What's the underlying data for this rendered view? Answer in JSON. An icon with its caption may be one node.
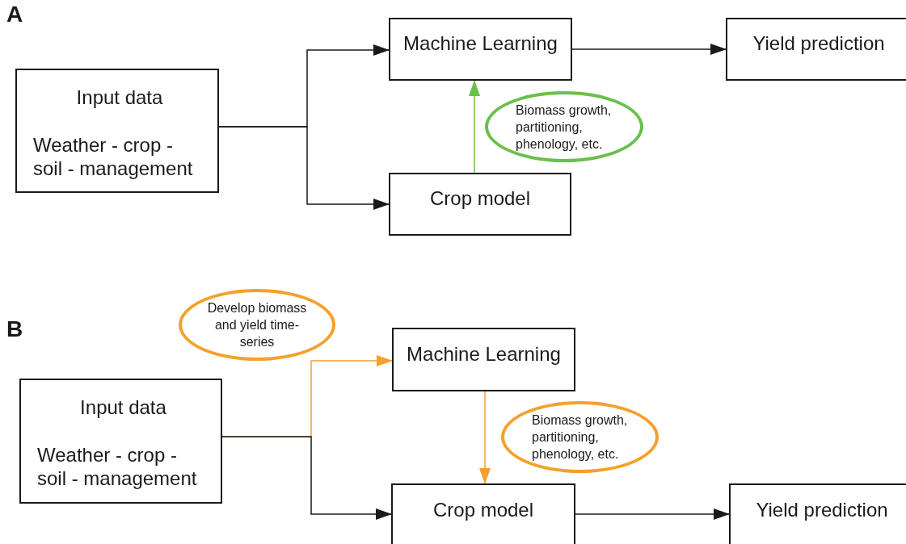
{
  "diagram": {
    "nodes": [
      {
        "text": [
          "Input data",
          "Weather - crop - soil - management"
        ]
      },
      {
        "text": [
          "Machine Learning"
        ]
      },
      {
        "text": [
          "Yield prediction"
        ]
      },
      {
        "text": [
          "Biomass growth, partitioning, phenology, etc."
        ]
      },
      {
        "text": [
          "Crop model"
        ]
      },
      {
        "text": [
          "Input data",
          "Weather - crop - soil - management"
        ]
      },
      {
        "text": [
          "Develop biomass and yield time-series"
        ]
      },
      {
        "text": [
          "Machine Learning"
        ]
      },
      {
        "text": [
          "Biomass growth, partitioning, phenology, etc."
        ]
      },
      {
        "text": [
          "Crop model"
        ]
      },
      {
        "text": [
          "Yield prediction"
        ]
      }
    ],
    "edges": [
      {
        "from": 0,
        "to": 1,
        "arrow": "to"
      },
      {
        "from": 0,
        "to": 4,
        "arrow": "to"
      },
      {
        "from": 1,
        "to": 2,
        "arrow": "to"
      },
      {
        "from": 4,
        "to": 1,
        "arrow": "to",
        "color": "#6abf4b"
      },
      {
        "from": 5,
        "to": 7,
        "arrow": "to",
        "color": "#f5a02a"
      },
      {
        "from": 5,
        "to": 9,
        "arrow": "to"
      },
      {
        "from": 7,
        "to": 9,
        "arrow": "to",
        "color": "#f5a02a"
      },
      {
        "from": 9,
        "to": 10,
        "arrow": "to"
      }
    ],
    "labels": [
      "A",
      "B"
    ]
  }
}
